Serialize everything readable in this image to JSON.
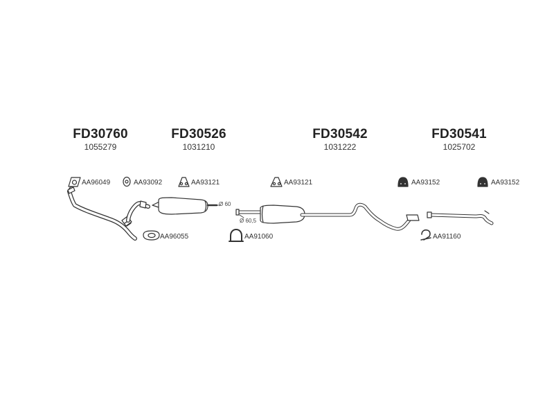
{
  "groups": [
    {
      "code": "FD30760",
      "ref": "1055279"
    },
    {
      "code": "FD30526",
      "ref": "1031210"
    },
    {
      "code": "FD30542",
      "ref": "1031222"
    },
    {
      "code": "FD30541",
      "ref": "1025702"
    }
  ],
  "parts": {
    "p1": "AA96049",
    "p2": "AA93092",
    "p3": "AA93121",
    "p4": "AA93121",
    "p5": "AA93152",
    "p6": "AA93152",
    "p7": "AA96055",
    "p8": "AA91060",
    "p9": "AA91160"
  },
  "dims": {
    "d1": "Ø 60",
    "d2": "Ø 60,5"
  },
  "colors": {
    "line": "#333333",
    "fill": "#ffffff",
    "text": "#222222"
  }
}
